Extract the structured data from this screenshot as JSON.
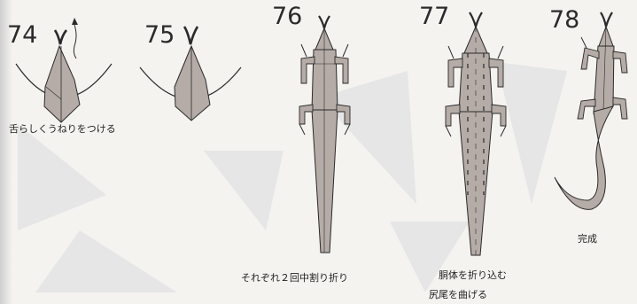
{
  "steps": [
    {
      "number": "74",
      "caption": "舌らしくうねりをつける"
    },
    {
      "number": "75",
      "caption": ""
    },
    {
      "number": "76",
      "caption": "それぞれ２回中割り折り"
    },
    {
      "number": "77",
      "caption_line1": "胴体を折り込む",
      "caption_line2": "尻尾を曲げる"
    },
    {
      "number": "78",
      "caption": "完成"
    }
  ],
  "colors": {
    "paper": "#b5aca7",
    "outline": "#2a2a2a",
    "background": "#f4f3f0"
  }
}
